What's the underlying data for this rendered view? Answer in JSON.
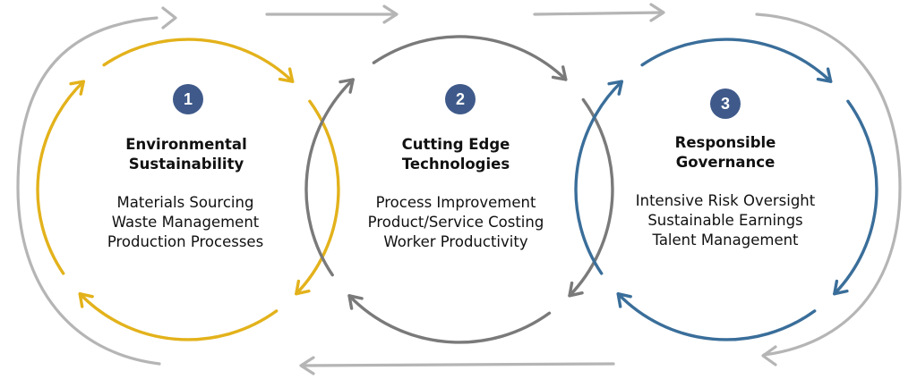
{
  "colors": {
    "cycle_1": "#e3b21b",
    "cycle_2": "#7a7a7a",
    "cycle_3": "#3a6e9a",
    "outer_arrows": "#b5b5b5",
    "badge": "#3f5a8a"
  },
  "cycles": [
    {
      "number": "1",
      "title_line_1": "Environmental",
      "title_line_2": "Sustainability",
      "items": [
        "Materials Sourcing",
        "Waste Management",
        "Production Processes"
      ]
    },
    {
      "number": "2",
      "title_line_1": "Cutting Edge",
      "title_line_2": "Technologies",
      "items": [
        "Process Improvement",
        "Product/Service Costing",
        "Worker Productivity"
      ]
    },
    {
      "number": "3",
      "title_line_1": "Responsible",
      "title_line_2": "Governance",
      "items": [
        "Intensive Risk Oversight",
        "Sustainable Earnings",
        "Talent Management"
      ]
    }
  ]
}
